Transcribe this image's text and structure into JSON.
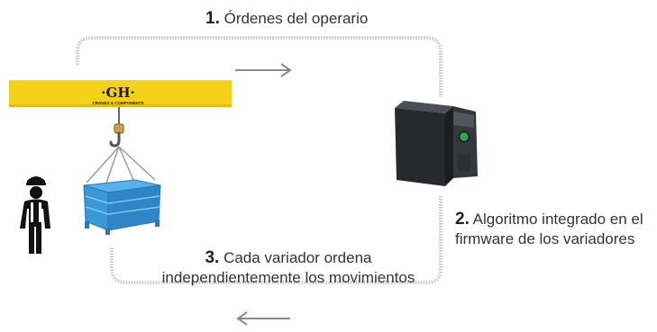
{
  "steps": [
    {
      "number": "1.",
      "text": "Órdenes del operario"
    },
    {
      "number": "2.",
      "line1": "Algoritmo integrado en el",
      "line2": "firmware de los variadores"
    },
    {
      "number": "3.",
      "line1": "Cada variador ordena",
      "line2": "independientemente los movimientos"
    }
  ],
  "crane_beam": {
    "logo": "·GH·",
    "logo_subtitle": "CRANES & COMPONENTS",
    "color": "#f5d21a"
  },
  "colors": {
    "loop_line": "#cccccc",
    "arrow": "#888888",
    "drive_body": "#2e3236",
    "drive_led": "#2aa84a",
    "basket": "#3a97d8",
    "operator": "#111111"
  }
}
